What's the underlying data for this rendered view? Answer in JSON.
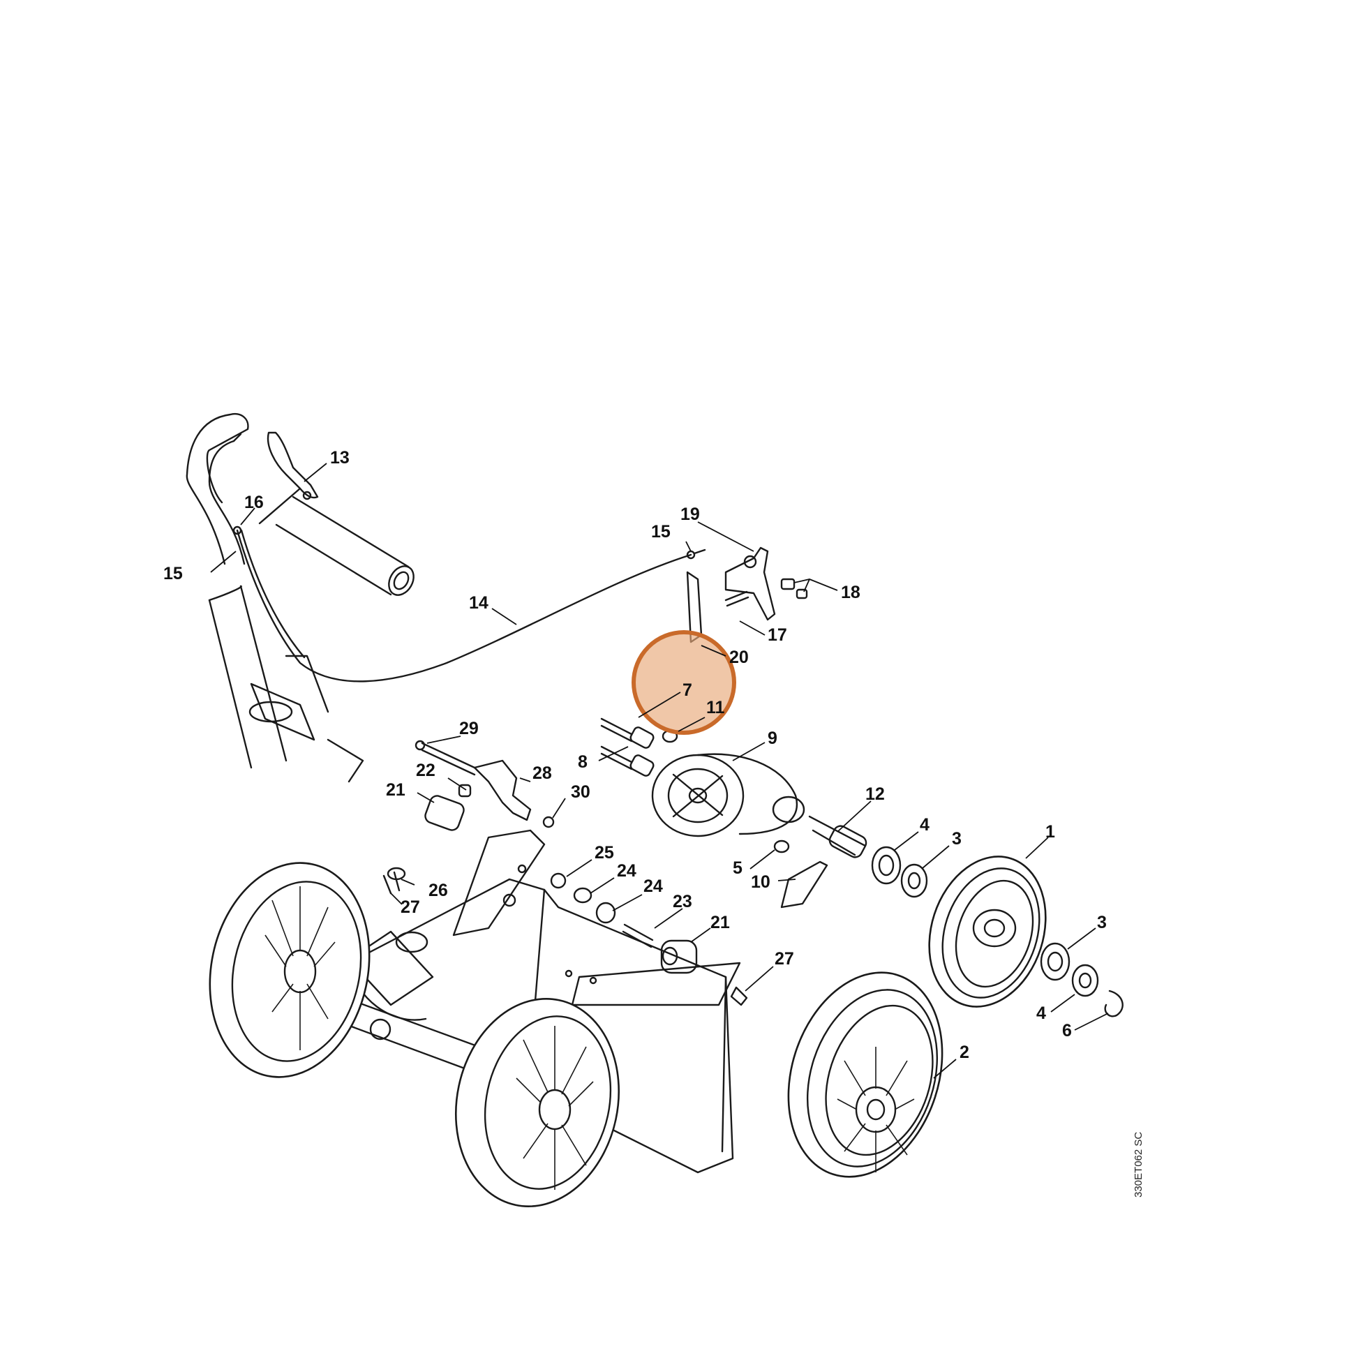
{
  "drawing_code": "330ET062 SC",
  "highlight": {
    "color": "#e8a97a",
    "border_color": "#c96a2a"
  },
  "callouts": [
    {
      "id": "c13",
      "text": "13"
    },
    {
      "id": "c16",
      "text": "16"
    },
    {
      "id": "c15a",
      "text": "15"
    },
    {
      "id": "c15b",
      "text": "15"
    },
    {
      "id": "c14",
      "text": "14"
    },
    {
      "id": "c19",
      "text": "19"
    },
    {
      "id": "c18",
      "text": "18"
    },
    {
      "id": "c17",
      "text": "17"
    },
    {
      "id": "c20",
      "text": "20"
    },
    {
      "id": "c7",
      "text": "7"
    },
    {
      "id": "c11",
      "text": "11"
    },
    {
      "id": "c9",
      "text": "9"
    },
    {
      "id": "c8",
      "text": "8"
    },
    {
      "id": "c29",
      "text": "29"
    },
    {
      "id": "c22",
      "text": "22"
    },
    {
      "id": "c28",
      "text": "28"
    },
    {
      "id": "c21a",
      "text": "21"
    },
    {
      "id": "c30",
      "text": "30"
    },
    {
      "id": "c12",
      "text": "12"
    },
    {
      "id": "c4a",
      "text": "4"
    },
    {
      "id": "c3a",
      "text": "3"
    },
    {
      "id": "c1",
      "text": "1"
    },
    {
      "id": "c5",
      "text": "5"
    },
    {
      "id": "c10",
      "text": "10"
    },
    {
      "id": "c25",
      "text": "25"
    },
    {
      "id": "c24a",
      "text": "24"
    },
    {
      "id": "c24b",
      "text": "24"
    },
    {
      "id": "c23",
      "text": "23"
    },
    {
      "id": "c21b",
      "text": "21"
    },
    {
      "id": "c26",
      "text": "26"
    },
    {
      "id": "c27a",
      "text": "27"
    },
    {
      "id": "c27b",
      "text": "27"
    },
    {
      "id": "c3b",
      "text": "3"
    },
    {
      "id": "c4b",
      "text": "4"
    },
    {
      "id": "c6",
      "text": "6"
    },
    {
      "id": "c2",
      "text": "2"
    }
  ]
}
